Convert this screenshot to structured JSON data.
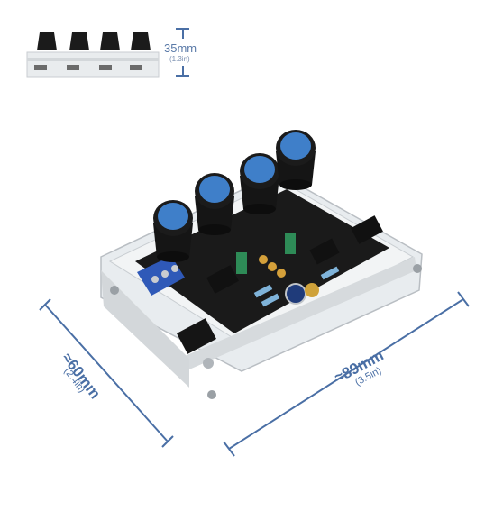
{
  "dimensions": {
    "height": {
      "value": "35mm",
      "sub": "(1.3in)"
    },
    "width": {
      "value": "≈60mm",
      "sub": "(2.4in)"
    },
    "length": {
      "value": "≈89mm",
      "sub": "(3.5in)"
    }
  },
  "colors": {
    "dimension_line": "#4a6fa5",
    "knob_cap": "#3f7fc9",
    "pcb": "#1a1a1a",
    "acrylic": "#dfe3e6"
  },
  "icons": [
    "knob-icon",
    "terminal-block-icon",
    "jumper-icon",
    "capacitor-icon"
  ]
}
